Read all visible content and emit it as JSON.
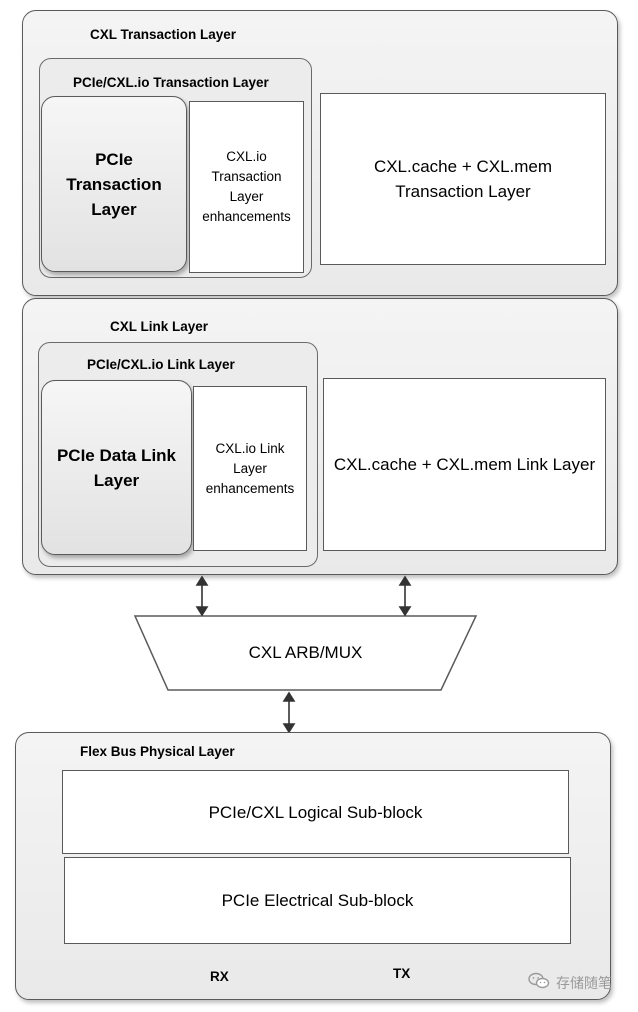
{
  "transaction_layer": {
    "title": "CXL Transaction Layer",
    "group_title": "PCIe/CXL.io Transaction Layer",
    "pcie_box": "PCIe\nTransaction\nLayer",
    "enh_box": "CXL.io\nTransaction\nLayer\nenhancements",
    "cache_mem_box": "CXL.cache + CXL.mem\nTransaction Layer"
  },
  "link_layer": {
    "title": "CXL Link Layer",
    "group_title": "PCIe/CXL.io Link Layer",
    "pcie_box": "PCIe Data Link\nLayer",
    "enh_box": "CXL.io Link\nLayer\nenhancements",
    "cache_mem_box": "CXL.cache + CXL.mem Link Layer"
  },
  "mux": {
    "label": "CXL ARB/MUX"
  },
  "physical_layer": {
    "title": "Flex Bus Physical Layer",
    "logical_box": "PCIe/CXL Logical Sub-block",
    "electrical_box": "PCIe Electrical Sub-block",
    "rx_label": "RX",
    "tx_label": "TX"
  },
  "watermark": {
    "text": "存储随笔",
    "icon": "wechat-logo-icon"
  }
}
